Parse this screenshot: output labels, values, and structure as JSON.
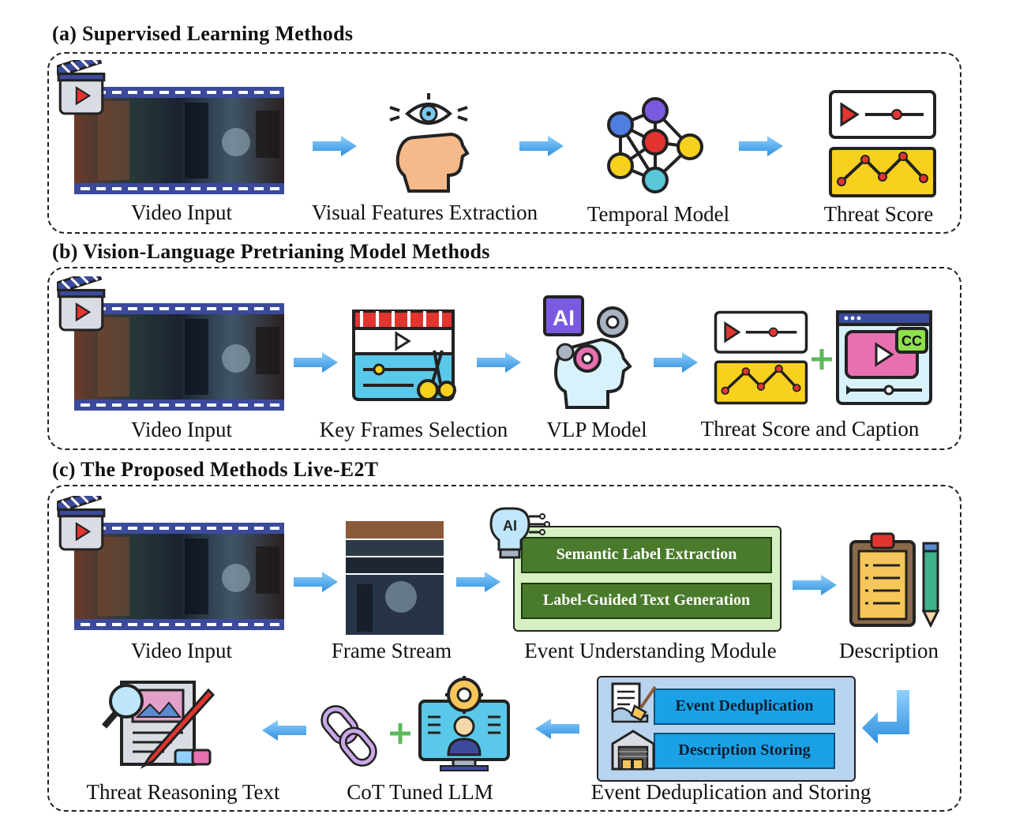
{
  "section_a": {
    "title": "(a) Supervised Learning Methods",
    "steps": [
      "Video Input",
      "Visual Features Extraction",
      "Temporal Model",
      "Threat Score"
    ]
  },
  "section_b": {
    "title": "(b) Vision-Language Pretrianing Model Methods",
    "steps": [
      "Video Input",
      "Key Frames Selection",
      "VLP Model",
      "Threat Score and Caption"
    ],
    "ai_label": "AI",
    "cc_label": "CC"
  },
  "section_c": {
    "title": "(c) The Proposed Methods Live-E2T",
    "steps": [
      "Video Input",
      "Frame Stream",
      "Event Understanding Module",
      "Description",
      "Event Deduplication and Storing",
      "CoT Tuned LLM",
      "Threat Reasoning Text"
    ],
    "module_boxes": [
      "Semantic Label Extraction",
      "Label-Guided Text Generation"
    ],
    "store_boxes": [
      "Event Deduplication",
      "Description Storing"
    ],
    "ai_label": "AI"
  },
  "colors": {
    "arrow": "#4aa6ea",
    "module_green": "#4a7a2c",
    "module_bg": "#d6f0c2",
    "store_blue": "#1ba2e6",
    "store_bg": "#b8d4ee",
    "plus": "#5cb85c",
    "score_yellow": "#f7d11e",
    "play_red": "#e3342f"
  }
}
